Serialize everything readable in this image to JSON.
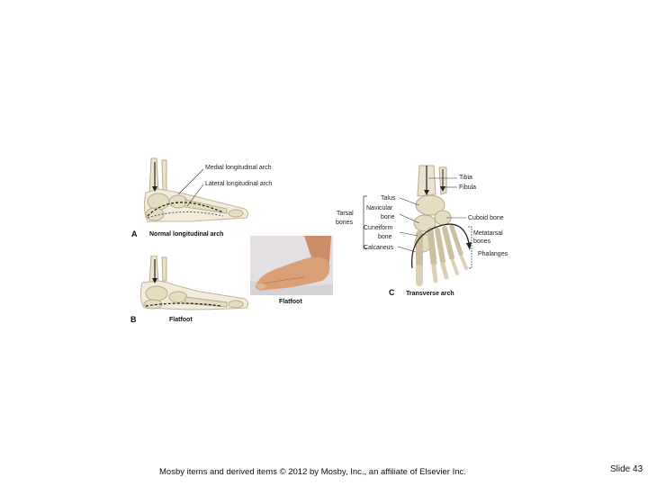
{
  "panel_a": {
    "letter": "A",
    "caption": "Normal longitudinal arch",
    "labels": {
      "medial": "Medial longitudinal arch",
      "lateral": "Lateral longitudinal arch"
    }
  },
  "panel_b": {
    "letter": "B",
    "caption": "Flatfoot"
  },
  "photo": {
    "caption": "Flatfoot"
  },
  "panel_c": {
    "letter": "C",
    "caption": "Transverse arch",
    "labels": {
      "tibia": "Tibia",
      "fibula": "Fibula",
      "talus": "Talus",
      "navicular": "Navicular",
      "navicular_bone": "bone",
      "tarsal": "Tarsal",
      "tarsal_bones": "bones",
      "cuneiform": "Cuneiform",
      "cuneiform_bone": "bone",
      "calcaneus": "Calcaneus",
      "cuboid": "Cuboid bone",
      "metatarsal": "Metatarsal",
      "metatarsal_bones": "bones",
      "phalanges": "Phalanges"
    }
  },
  "footer": {
    "text": "Mosby items and derived items © 2012 by Mosby, Inc., an affiliate of Elsevier Inc.",
    "slide": "Slide 43"
  },
  "colors": {
    "bone_fill": "#ece3cf",
    "bone_stroke": "#b8aa8e",
    "skin_photo": "#d9a077",
    "photo_bg": "#e7e2e6"
  }
}
